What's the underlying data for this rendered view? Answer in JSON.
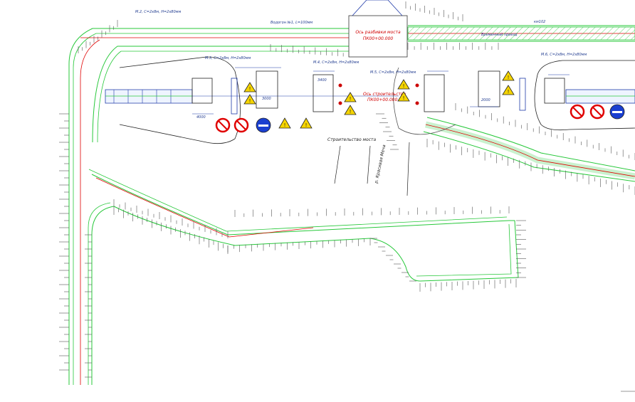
{
  "labels": {
    "top_left_note": "М.2, С=2х8м, Н=2х80мм",
    "bridge_name": "Водогон №1, L=100мм",
    "axis_label_1": "Ось разбивки моста",
    "axis_label_1b": "ПК00+00.000",
    "temp_road": "Временный проезд",
    "top_right_km": "км102",
    "ref_m3": "М.3, С=2х8м, Н=2х80мм",
    "ref_m4": "М.4, С=2х8м, Н=2х80мм",
    "ref_m5": "М.5, С=2х8м, Н=2х80мм",
    "ref_m6": "М.6, С=2х8м, Н=2х80мм",
    "construction_axis": "Ось строительства",
    "construction_axis_pk": "ПК00+00.000",
    "bridge_under_construction": "Строительство моста",
    "river": "р. Красивая Меча",
    "dim_a": "4000",
    "dim_b": "3000",
    "dim_c": "3400",
    "dim_d": "2000"
  },
  "colors": {
    "road_edge": "#27c83a",
    "center_line": "#e00000",
    "dimension": "#1f3aa8",
    "terrain": "#555555",
    "sign_yellow": "#f5d400",
    "sign_red": "#e00000",
    "sign_blue": "#1a3fd0"
  },
  "icons": [
    "warning-sign-icon",
    "no-entry-sign-icon",
    "no-pedestrian-sign-icon",
    "mandatory-blue-sign-icon"
  ]
}
